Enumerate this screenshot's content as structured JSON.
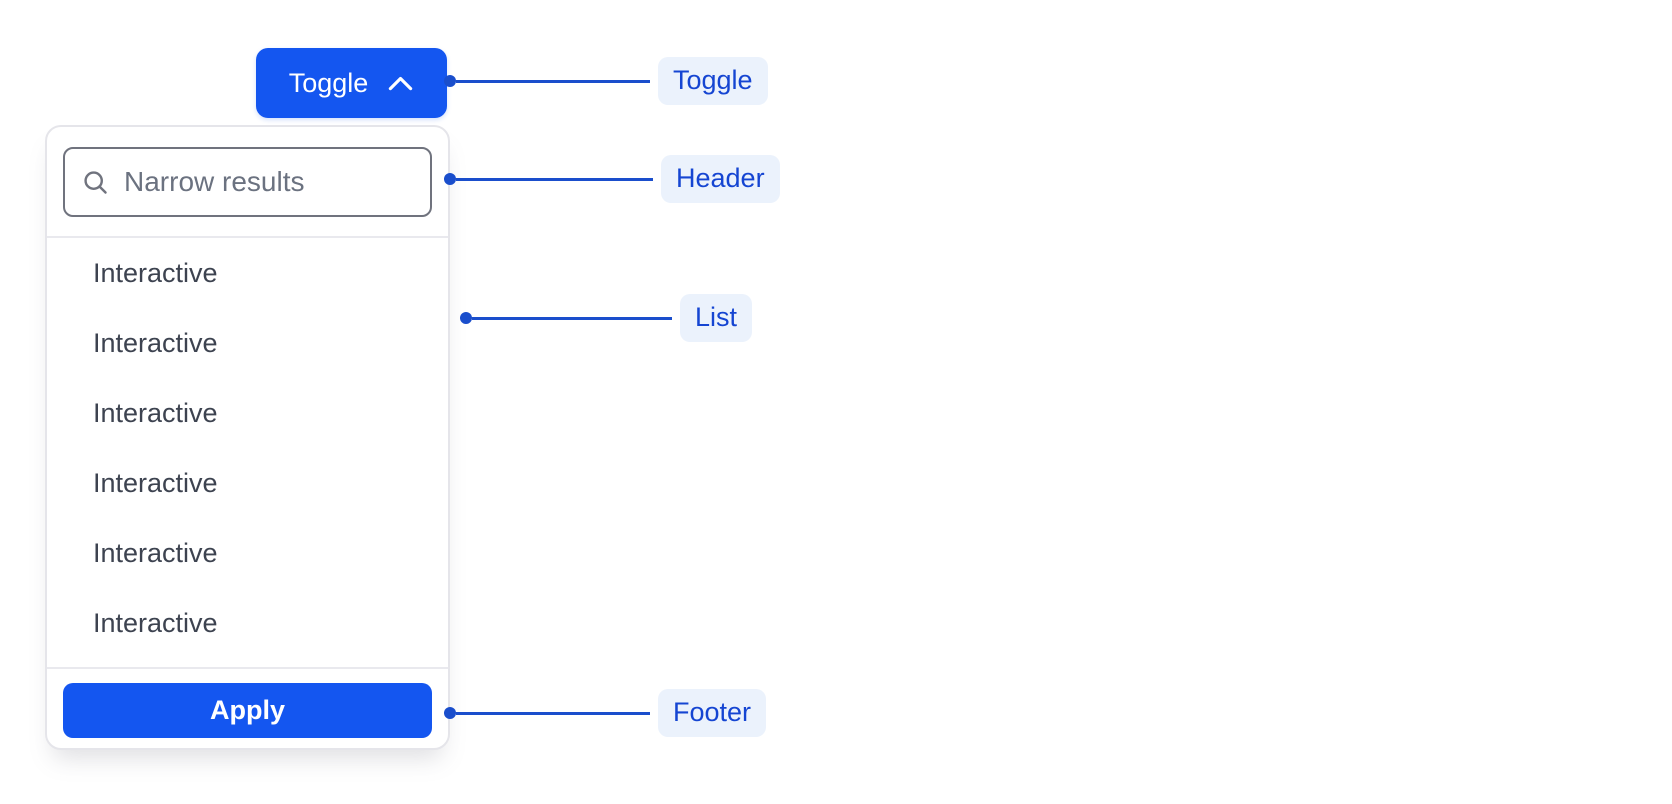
{
  "toggle_button": {
    "label": "Toggle",
    "icon": "chevron-up-icon"
  },
  "dropdown": {
    "header": {
      "search_placeholder": "Narrow results",
      "search_value": "",
      "icon": "search-icon"
    },
    "list": {
      "items": [
        "Interactive",
        "Interactive",
        "Interactive",
        "Interactive",
        "Interactive",
        "Interactive"
      ]
    },
    "footer": {
      "apply_label": "Apply"
    }
  },
  "annotations": {
    "toggle": "Toggle",
    "header": "Header",
    "list": "List",
    "footer": "Footer"
  },
  "colors": {
    "primary": "#1456F0",
    "annotation_line": "#1A4ECC",
    "annotation_text": "#1545D2",
    "annotation_bg": "#EBF2FC",
    "list_text": "#3D4350",
    "panel_border": "#E5E5EA",
    "divider": "#E9E9EE",
    "input_border": "#70737E",
    "placeholder": "#6B7280"
  }
}
